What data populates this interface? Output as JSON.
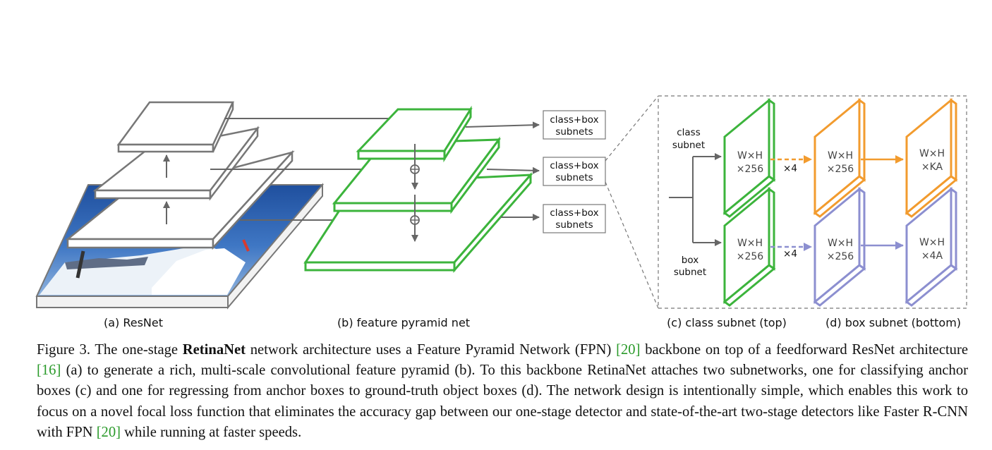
{
  "figure": {
    "labels": {
      "resnet": "(a) ResNet",
      "fpn": "(b) feature pyramid net",
      "class_subnet": "(c) class subnet (top)",
      "box_subnet": "(d) box subnet (bottom)"
    },
    "subnet_box": {
      "line1": "class+box",
      "line2": "subnets"
    },
    "branch": {
      "class_line1": "class",
      "class_line2": "subnet",
      "box_line1": "box",
      "box_line2": "subnet"
    },
    "tensor": {
      "wh": "W×H",
      "c256": "×256",
      "cka": "×KA",
      "c4a": "×4A",
      "rep": "×4"
    },
    "colors": {
      "gray": "#777777",
      "green": "#3cb43c",
      "orange": "#f29b2e",
      "purple": "#8c8fd0"
    }
  },
  "caption": {
    "fig_label": "Figure 3.",
    "p1": " The one-stage ",
    "bold": "RetinaNet",
    "p2": " network architecture uses a Feature Pyramid Network (FPN) ",
    "ref20": "[20]",
    "p3": " backbone on top of a feedforward ResNet architecture ",
    "ref16": "[16]",
    "p4": " (a) to generate a rich, multi-scale convolutional feature pyramid (b). To this backbone RetinaNet attaches two subnetworks, one for classifying anchor boxes (c) and one for regressing from anchor boxes to ground-truth object boxes (d). The network design is intentionally simple, which enables this work to focus on a novel focal loss function that eliminates the accuracy gap between our one-stage detector and state-of-the-art two-stage detectors like Faster R-CNN with FPN ",
    "ref20b": "[20]",
    "p5": " while running at faster speeds."
  }
}
